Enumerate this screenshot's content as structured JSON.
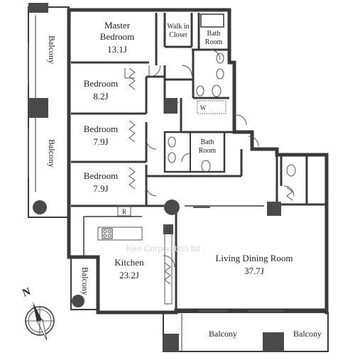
{
  "rooms": {
    "master_bedroom": {
      "name_line1": "Master",
      "name_line2": "Bedroom",
      "size": "13.1J"
    },
    "walk_in_closet": {
      "line1": "Walk in",
      "line2": "Closet"
    },
    "bath_top": {
      "line1": "Bath",
      "line2": "Room"
    },
    "bedroom_1": {
      "name": "Bedroom",
      "size": "8.2J"
    },
    "bedroom_2": {
      "name": "Bedroom",
      "size": "7.9J"
    },
    "bedroom_3": {
      "name": "Bedroom",
      "size": "7.9J"
    },
    "bath_mid": {
      "line1": "Bath",
      "line2": "Room"
    },
    "wc": {
      "label": "W"
    },
    "kitchen": {
      "name": "Kitchen",
      "size": "23.2J"
    },
    "refrigerator": {
      "label": "R"
    },
    "living_dining": {
      "name": "Living Dining Room",
      "size": "37.7J"
    }
  },
  "balconies": {
    "west_upper": "Balcony",
    "west_lower": "Balcony",
    "kitchen": "Balcony",
    "south_left": "Balcony",
    "south_right": "Balcony"
  },
  "watermark": "Ken Corporation ltd",
  "compass": {
    "north_label": "N"
  },
  "colors": {
    "wall": "#3a3a3a",
    "column": "#4a4a4a",
    "fill": "#ffffff"
  }
}
